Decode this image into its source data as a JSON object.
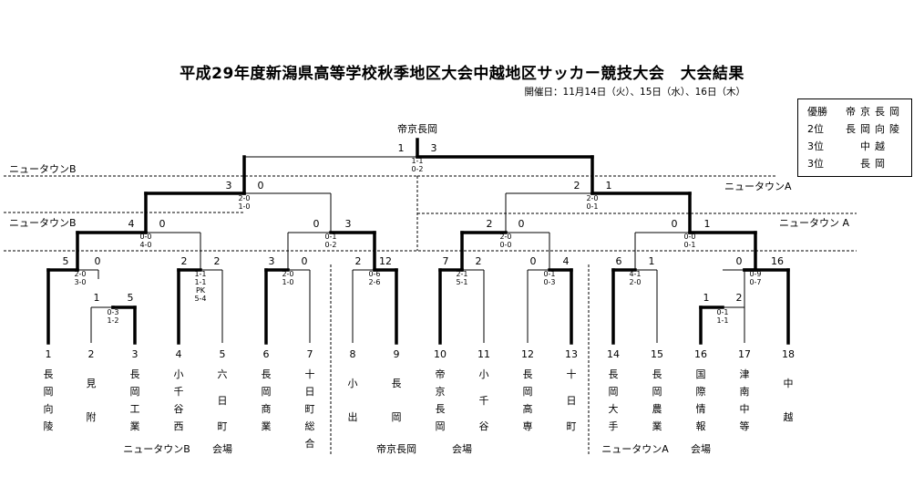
{
  "title": "平成29年度新潟県高等学校秋季地区大会中越地区サッカー競技大会　大会結果",
  "dates": "開催日：11月14日（火）、15日（水）、16日（木）",
  "results": [
    {
      "place": "優勝",
      "team": "帝京長岡"
    },
    {
      "place": "2位",
      "team": "長岡向陵"
    },
    {
      "place": "3位",
      "team": "中越"
    },
    {
      "place": "3位",
      "team": "長岡"
    }
  ],
  "champion": "帝京長岡",
  "venue_labels": {
    "left1": "ニュータウンB",
    "left2": "ニュータウンB",
    "right1": "ニュータウンA",
    "right2": "ニュータウン A"
  },
  "teams": [
    {
      "no": "1",
      "name": "長岡向陵"
    },
    {
      "no": "2",
      "name": "見附"
    },
    {
      "no": "3",
      "name": "長岡工業"
    },
    {
      "no": "4",
      "name": "小千谷西"
    },
    {
      "no": "5",
      "name": "六日町"
    },
    {
      "no": "6",
      "name": "長岡商業"
    },
    {
      "no": "7",
      "name": "十日町総合"
    },
    {
      "no": "8",
      "name": "小出"
    },
    {
      "no": "9",
      "name": "長岡"
    },
    {
      "no": "10",
      "name": "帝京長岡"
    },
    {
      "no": "11",
      "name": "小千谷"
    },
    {
      "no": "12",
      "name": "長岡高専"
    },
    {
      "no": "13",
      "name": "十日町"
    },
    {
      "no": "14",
      "name": "長岡大手"
    },
    {
      "no": "15",
      "name": "長岡農業"
    },
    {
      "no": "16",
      "name": "国際情報"
    },
    {
      "no": "17",
      "name": "津南中等"
    },
    {
      "no": "18",
      "name": "中越"
    }
  ],
  "venues": [
    {
      "name": "ニュータウンB",
      "suffix": "会場"
    },
    {
      "name": "帝京長岡",
      "suffix": "会場"
    },
    {
      "name": "ニュータウンA",
      "suffix": "会場"
    }
  ],
  "matches": [
    {
      "id": "m2-3",
      "left_score": "1",
      "right_score": "5",
      "halves": [
        "0-3",
        "1-2"
      ]
    },
    {
      "id": "m16-17",
      "left_score": "1",
      "right_score": "2",
      "halves": [
        "0-1",
        "1-1"
      ]
    },
    {
      "id": "m1-3",
      "left_score": "5",
      "right_score": "0",
      "halves": [
        "2-0",
        "3-0"
      ]
    },
    {
      "id": "m4-5",
      "left_score": "2",
      "right_score": "2",
      "halves": [
        "1-1",
        "1-1",
        "PK",
        "5-4"
      ]
    },
    {
      "id": "m6-7",
      "left_score": "3",
      "right_score": "0",
      "halves": [
        "2-0",
        "1-0"
      ]
    },
    {
      "id": "m8-9",
      "left_score": "2",
      "right_score": "12",
      "halves": [
        "0-6",
        "2-6"
      ]
    },
    {
      "id": "m10-11",
      "left_score": "7",
      "right_score": "2",
      "halves": [
        "2-1",
        "5-1"
      ]
    },
    {
      "id": "m12-13",
      "left_score": "0",
      "right_score": "4",
      "halves": [
        "0-1",
        "0-3"
      ]
    },
    {
      "id": "m14-15",
      "left_score": "6",
      "right_score": "1",
      "halves": [
        "4-1",
        "2-0"
      ]
    },
    {
      "id": "m17-18",
      "left_score": "0",
      "right_score": "16",
      "halves": [
        "0-9",
        "0-7"
      ]
    },
    {
      "id": "qf1",
      "left_score": "4",
      "right_score": "0",
      "halves": [
        "0-0",
        "4-0"
      ]
    },
    {
      "id": "qf2",
      "left_score": "0",
      "right_score": "3",
      "halves": [
        "0-1",
        "0-2"
      ]
    },
    {
      "id": "qf3",
      "left_score": "2",
      "right_score": "0",
      "halves": [
        "2-0",
        "0-0"
      ]
    },
    {
      "id": "qf4",
      "left_score": "0",
      "right_score": "1",
      "halves": [
        "0-0",
        "0-1"
      ]
    },
    {
      "id": "sf1",
      "left_score": "3",
      "right_score": "0",
      "halves": [
        "2-0",
        "1-0"
      ]
    },
    {
      "id": "sf2",
      "left_score": "2",
      "right_score": "1",
      "halves": [
        "2-0",
        "0-1"
      ]
    },
    {
      "id": "final",
      "left_score": "1",
      "right_score": "3",
      "halves": [
        "1-1",
        "0-2"
      ]
    }
  ]
}
